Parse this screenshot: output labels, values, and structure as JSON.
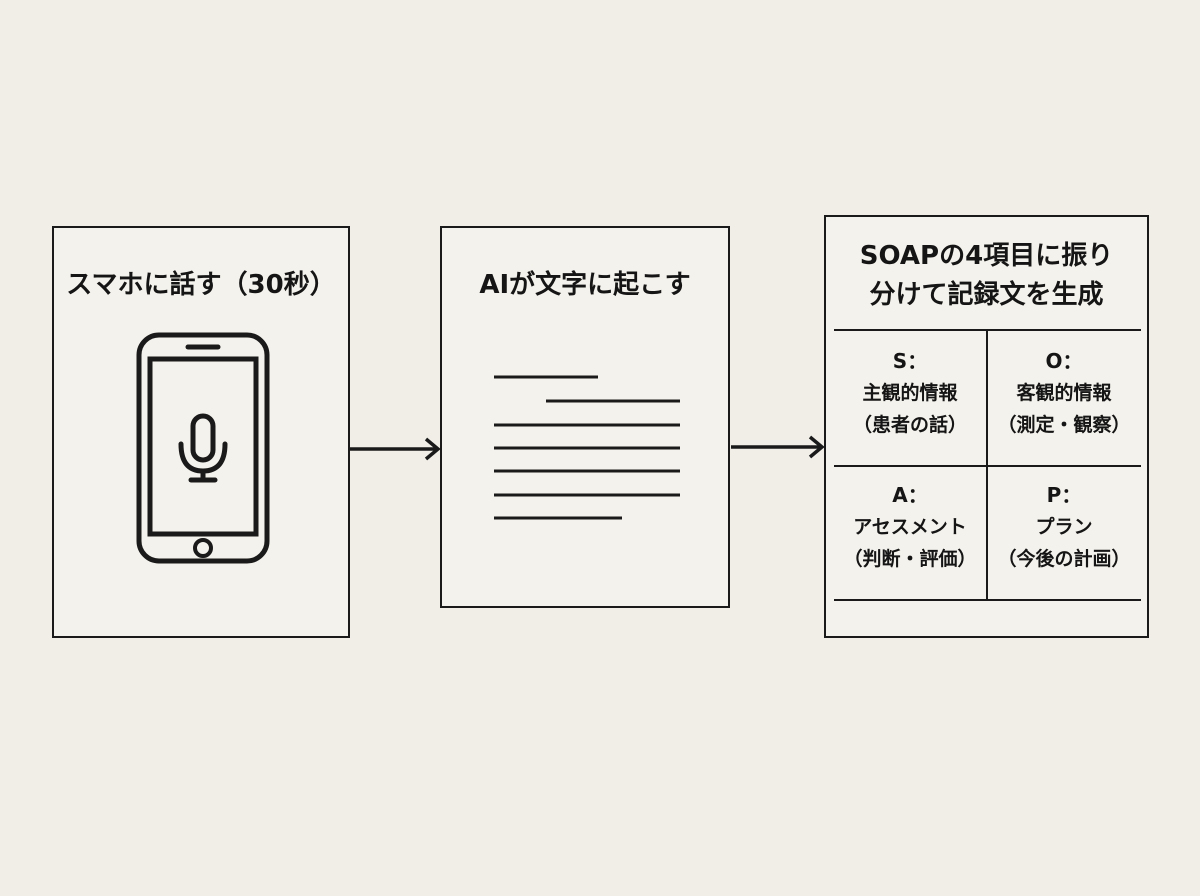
{
  "steps": [
    {
      "title": "スマホに話す（30秒）",
      "icon": "smartphone-microphone-icon"
    },
    {
      "title": "AIが文字に起こす",
      "icon": "document-text-lines-icon"
    },
    {
      "title_line1": "SOAPの4項目に振り",
      "title_line2": "分けて記録文を生成"
    }
  ],
  "soap": {
    "s": {
      "letter": "S：",
      "line1": "主観的情報",
      "line2": "（患者の話）"
    },
    "o": {
      "letter": "O：",
      "line1": "客観的情報",
      "line2": "（測定・観察）"
    },
    "a": {
      "letter": "A：",
      "line1": "アセスメント",
      "line2": "（判断・評価）"
    },
    "p": {
      "letter": "P：",
      "line1": "プラン",
      "line2": "（今後の計画）"
    }
  },
  "colors": {
    "background": "#f1eee7",
    "stroke": "#1a1a1a"
  }
}
